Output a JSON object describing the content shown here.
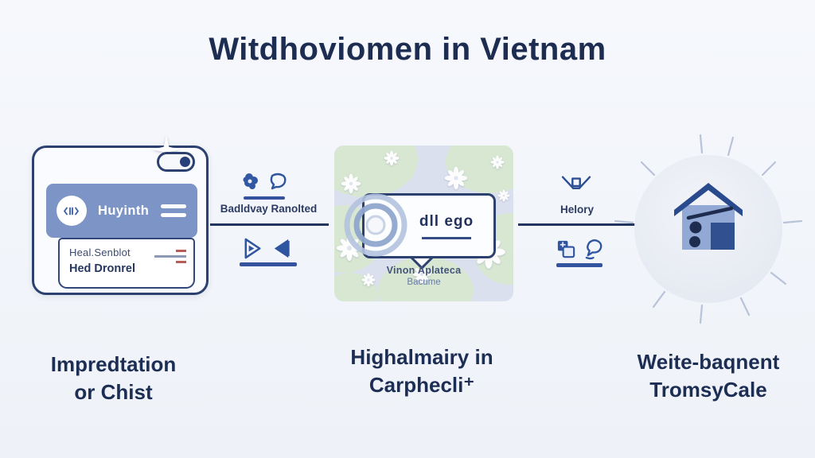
{
  "title": "Witdhoviomen in Vietnam",
  "card": {
    "header_label": "Huyinth",
    "rows": [
      {
        "text": "Heal.Senblot"
      },
      {
        "text": "Hed Dronrel"
      }
    ]
  },
  "flow": {
    "left_connector_label": "Badldvay Ranolted",
    "right_connector_label": "Helory"
  },
  "map": {
    "bubble_label": "dll ego",
    "caption_line1": "Vinon Aplateca",
    "caption_line2": "Bacume"
  },
  "captions": {
    "left": {
      "line1": "Impredtation",
      "line2": "or Chist"
    },
    "middle": {
      "line1": "Highalmairy in",
      "line2": "Carphecli⁺"
    },
    "right": {
      "line1": "Weite-baqnent",
      "line2": "TromsyCale"
    }
  },
  "icons": {
    "card": [
      "toggle-icon",
      "logo-glyph-icon",
      "hamburger-icon",
      "sparkle-icon"
    ],
    "left_connector": [
      "gear-blob-icon",
      "speech-bubble-icon",
      "play-right-icon",
      "play-left-icon"
    ],
    "right_connector": [
      "funnel-box-icon",
      "copy-squares-icon",
      "speech-curl-icon"
    ],
    "map": [
      "flower-icon",
      "location-rings-icon"
    ],
    "right_panel": [
      "house-icon",
      "sun-rays-icon"
    ]
  },
  "colors": {
    "background": "#f3f6fa",
    "title_text": "#1d2d52",
    "accent_navy": "#2c4170",
    "icon_blue": "#2f55a0",
    "connector_line": "#22355e",
    "header_blue": "#7d94c6",
    "map_bg": "#dbe0ee",
    "map_green": "#d7e7d2",
    "house_roof": "#2a4a8e",
    "house_body": "#92a8d5",
    "house_dark": "#1e2c50",
    "circle_bg": "#e9ecf4",
    "ray": "#b9c3d8",
    "red_dash": "#b95c55"
  }
}
